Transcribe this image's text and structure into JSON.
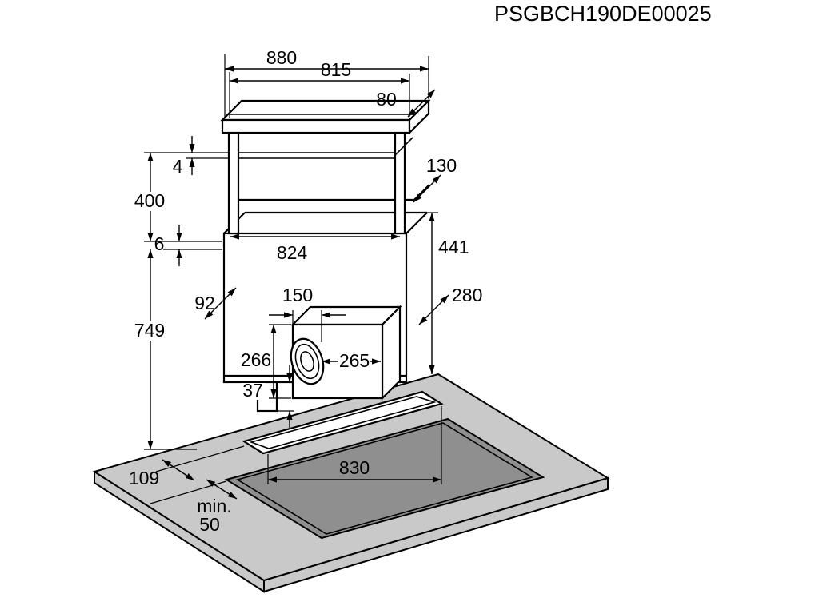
{
  "product_code": "PSGBCH190DE00025",
  "dimensions": {
    "overall_width": "880",
    "inner_width": "815",
    "top_depth": "80",
    "panel_thickness": "4",
    "body_depth": "130",
    "screen_height": "400",
    "gap": "6",
    "body_width": "824",
    "side_height": "441",
    "offset_left": "92",
    "duct_diameter": "150",
    "offset_right": "280",
    "install_height": "749",
    "motor_height": "266",
    "motor_width": "265",
    "foot_height": "37",
    "edge_offset": "109",
    "min_label": "min.",
    "min_value": "50",
    "cutout_width": "830"
  },
  "colors": {
    "counter": "#c9c9c9",
    "cutout": "#8f8f8f",
    "line": "#000000",
    "background": "#ffffff"
  }
}
